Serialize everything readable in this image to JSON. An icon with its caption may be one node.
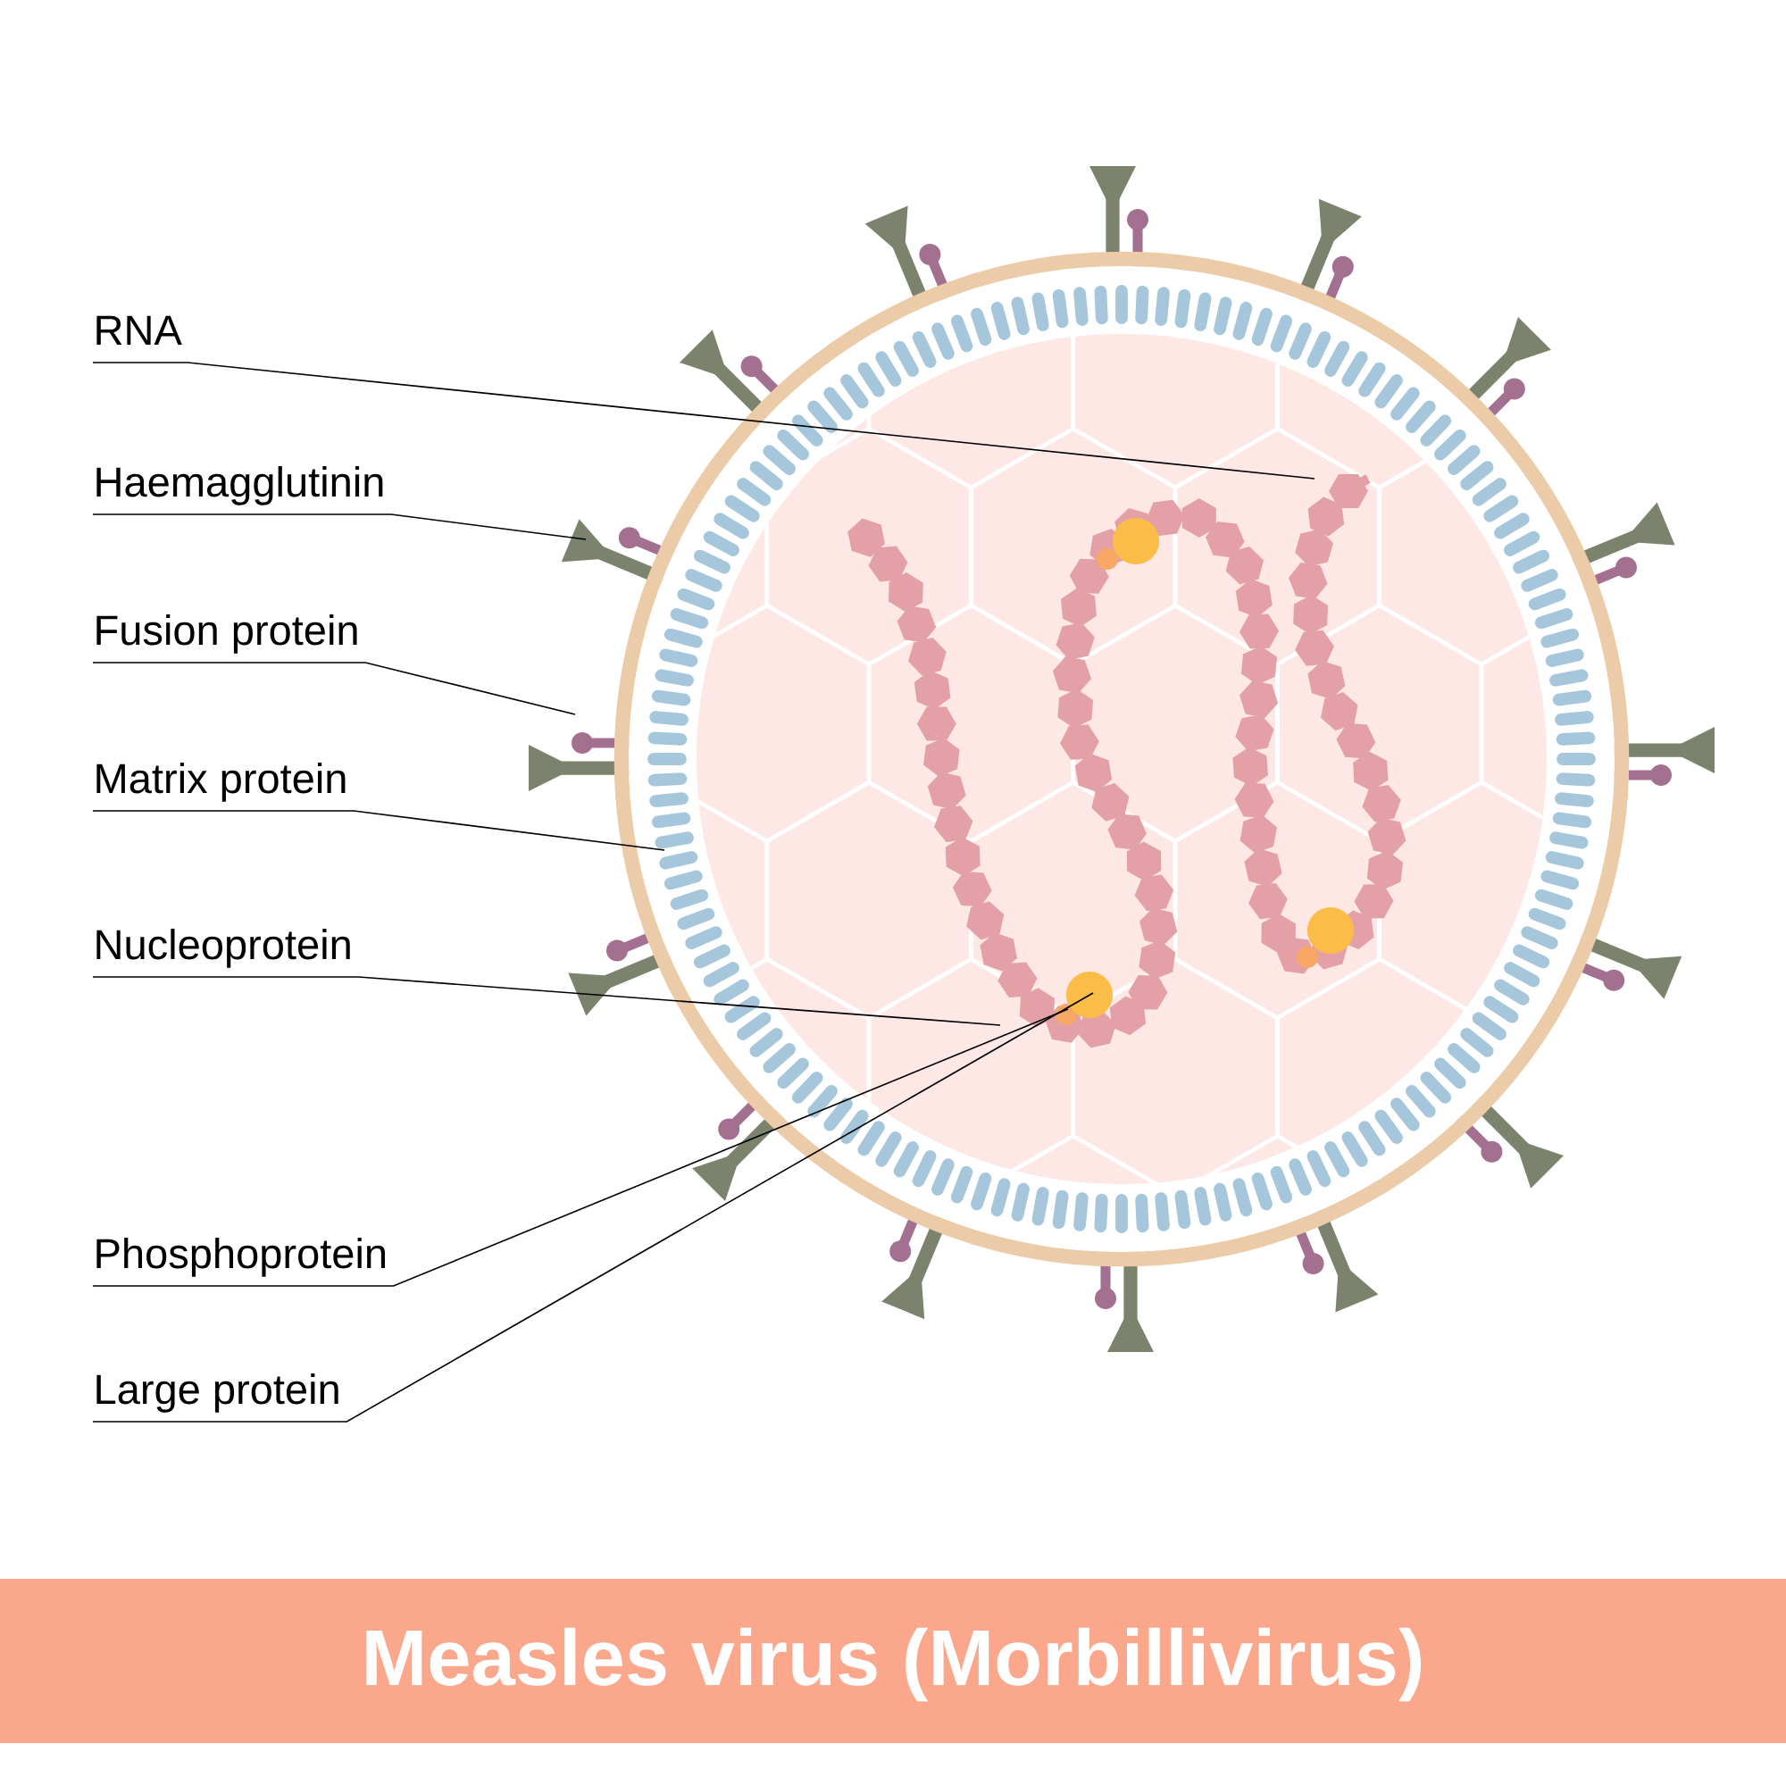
{
  "diagram": {
    "title": "Measles virus (Morbillivirus)",
    "nodes": [
      {
        "text": [
          "RNA"
        ]
      },
      {
        "text": [
          "Haemagglutinin"
        ]
      },
      {
        "text": [
          "Fusion protein"
        ]
      },
      {
        "text": [
          "Matrix protein"
        ]
      },
      {
        "text": [
          "Nucleoprotein"
        ]
      },
      {
        "text": [
          "Phosphoprotein"
        ]
      },
      {
        "text": [
          "Large protein"
        ]
      }
    ],
    "edges": [
      {
        "from": 0,
        "to": null,
        "arrow": "none"
      },
      {
        "from": 1,
        "to": null,
        "arrow": "none"
      },
      {
        "from": 2,
        "to": null,
        "arrow": "none"
      },
      {
        "from": 3,
        "to": null,
        "arrow": "none"
      },
      {
        "from": 4,
        "to": null,
        "arrow": "none"
      },
      {
        "from": 5,
        "to": null,
        "arrow": "none"
      },
      {
        "from": 6,
        "to": null,
        "arrow": "none"
      }
    ]
  }
}
